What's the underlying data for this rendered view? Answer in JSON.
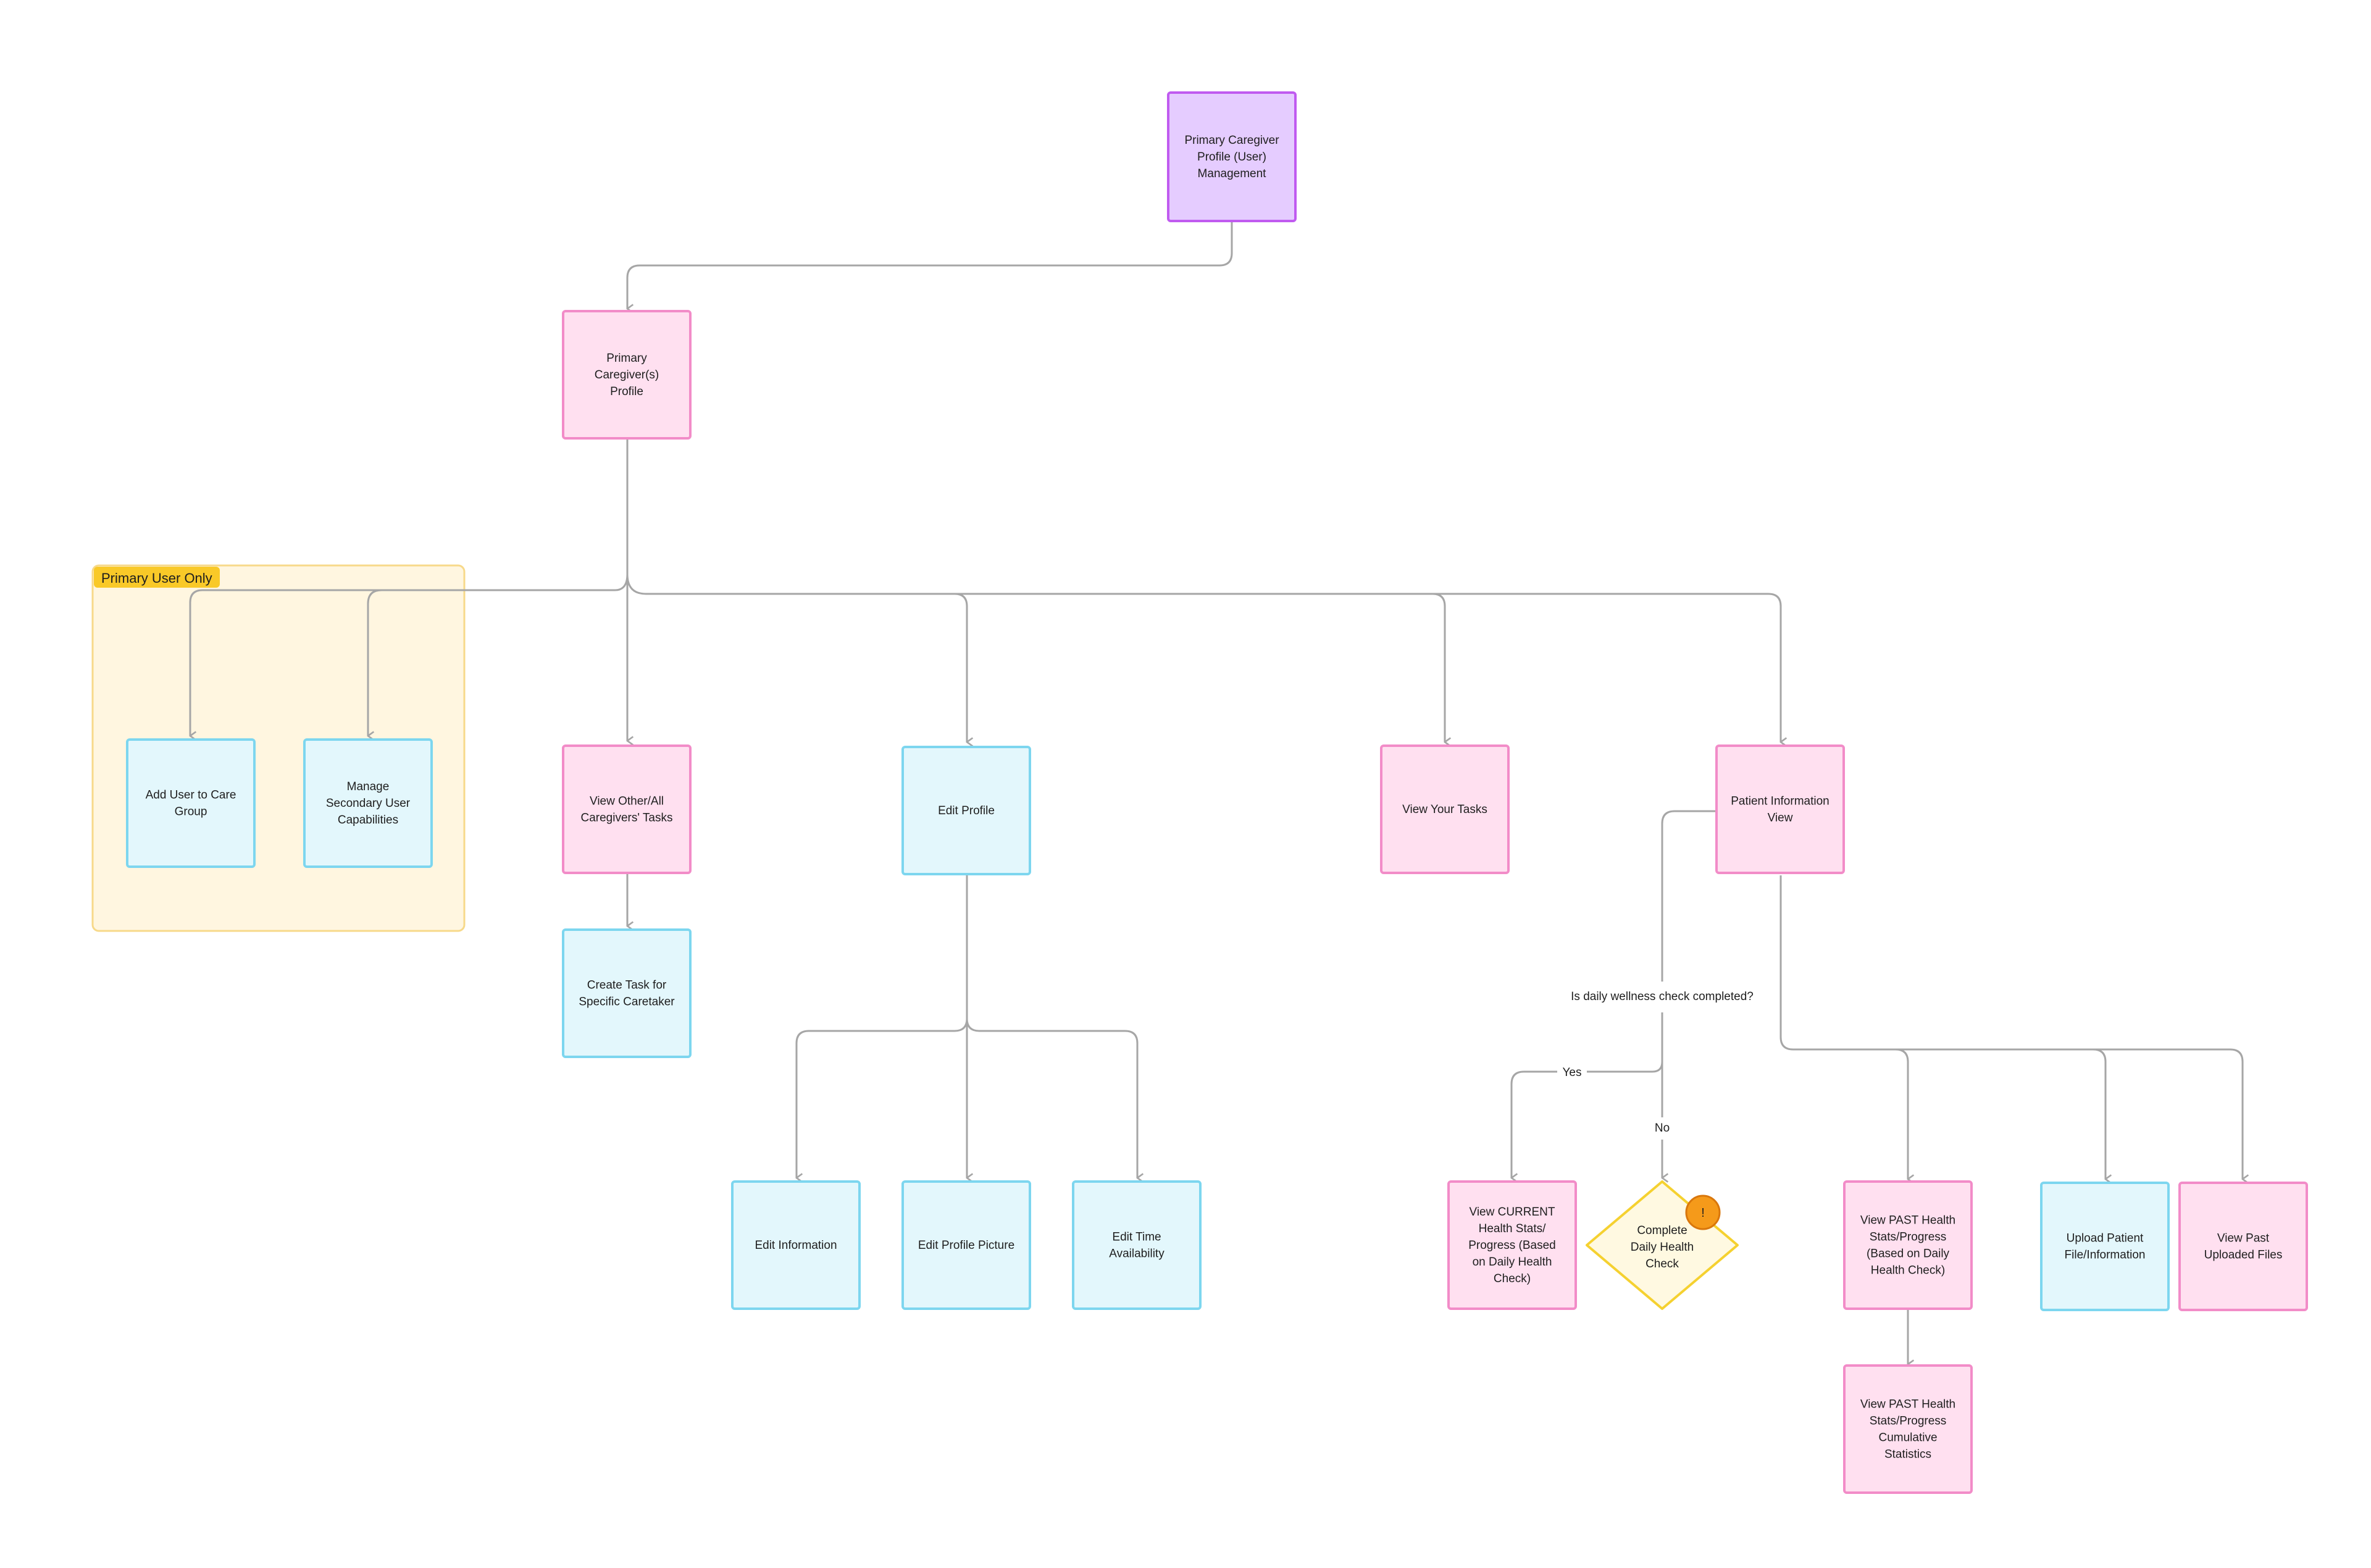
{
  "colors": {
    "purple_fill": "#e5ccff",
    "purple_stroke": "#c05bf0",
    "pink_fill": "#ffe0f0",
    "pink_stroke": "#f28cc8",
    "blue_fill": "#e3f7fc",
    "blue_stroke": "#7dd6ef",
    "yellow_fill": "#fff9e1",
    "yellow_stroke": "#f5d130",
    "group_fill": "#fff6e0",
    "group_stroke": "#f7d98a",
    "group_tag": "#f9c928",
    "edge": "#a6a6a6",
    "badge": "#f59a1a"
  },
  "group": {
    "label": "Primary User Only"
  },
  "nodes": {
    "root": [
      "Primary Caregiver",
      "Profile (User)",
      "Management"
    ],
    "profile": [
      "Primary",
      "Caregiver(s)",
      "Profile"
    ],
    "add_user": [
      "Add User to Care",
      "Group"
    ],
    "manage_secondary": [
      "Manage",
      "Secondary User",
      "Capabilities"
    ],
    "view_other_tasks": [
      "View Other/All",
      "Caregivers' Tasks"
    ],
    "create_task": [
      "Create Task for",
      "Specific Caretaker"
    ],
    "edit_profile": [
      "Edit Profile"
    ],
    "edit_information": [
      "Edit Information"
    ],
    "edit_picture": [
      "Edit Profile Picture"
    ],
    "edit_time": [
      "Edit Time",
      "Availability"
    ],
    "view_your_tasks": [
      "View Your Tasks"
    ],
    "patient_info": [
      "Patient Information",
      "View"
    ],
    "view_current": [
      "View CURRENT",
      "Health Stats/",
      "Progress (Based",
      "on Daily Health",
      "Check)"
    ],
    "complete_check": [
      "Complete",
      "Daily Health",
      "Check"
    ],
    "view_past": [
      "View PAST Health",
      "Stats/Progress",
      "(Based on Daily",
      "Health Check)"
    ],
    "view_past_cumulative": [
      "View PAST Health",
      "Stats/Progress",
      "Cumulative",
      "Statistics"
    ],
    "upload_file": [
      "Upload Patient",
      "File/Information"
    ],
    "view_uploaded": [
      "View Past",
      "Uploaded Files"
    ]
  },
  "edge_labels": {
    "question": "Is daily wellness check completed?",
    "yes": "Yes",
    "no": "No"
  },
  "badge": {
    "icon": "exclamation-icon",
    "glyph": "!"
  }
}
